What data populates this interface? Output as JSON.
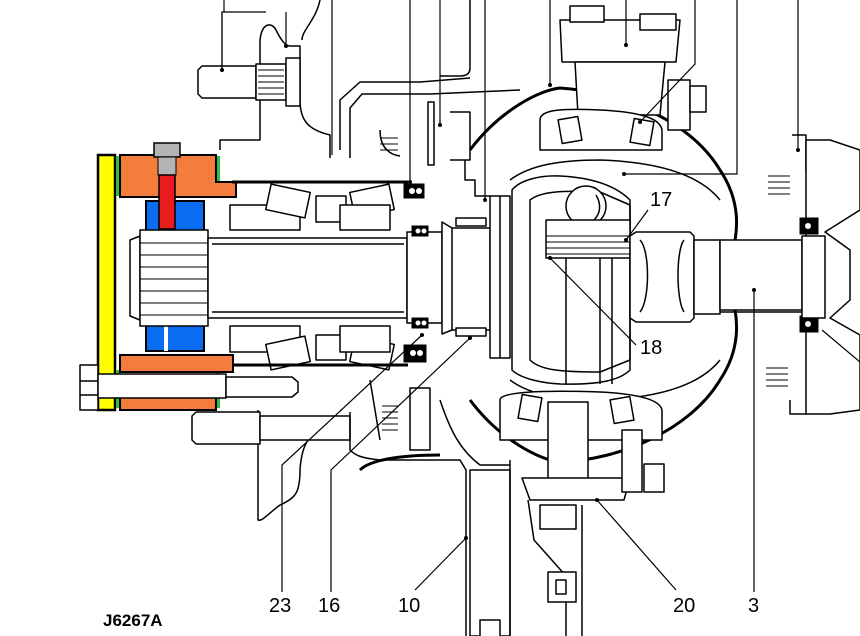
{
  "figure": {
    "id": "J6267A",
    "type": "cross-section technical illustration",
    "subject": "pinion shaft and differential housing with holding fixture"
  },
  "callouts": [
    {
      "label": "17",
      "target": "differential gear spline"
    },
    {
      "label": "18",
      "target": "differential side gear"
    },
    {
      "label": "23",
      "target": "pinion oil seal"
    },
    {
      "label": "16",
      "target": "pinion bearing"
    },
    {
      "label": "10",
      "target": "housing flange"
    },
    {
      "label": "20",
      "target": "bearing cap"
    },
    {
      "label": "3",
      "target": "output shaft"
    }
  ],
  "colors": {
    "fixture_plate": "#ffff00",
    "fixture_clamp": "#f47c3c",
    "fixture_block": "#0a6cf0",
    "threaded_rod": "#e81c1c",
    "bolt_head": "#b4b4b4",
    "spacer": "#2cc040",
    "line": "#000000",
    "background": "#ffffff"
  }
}
